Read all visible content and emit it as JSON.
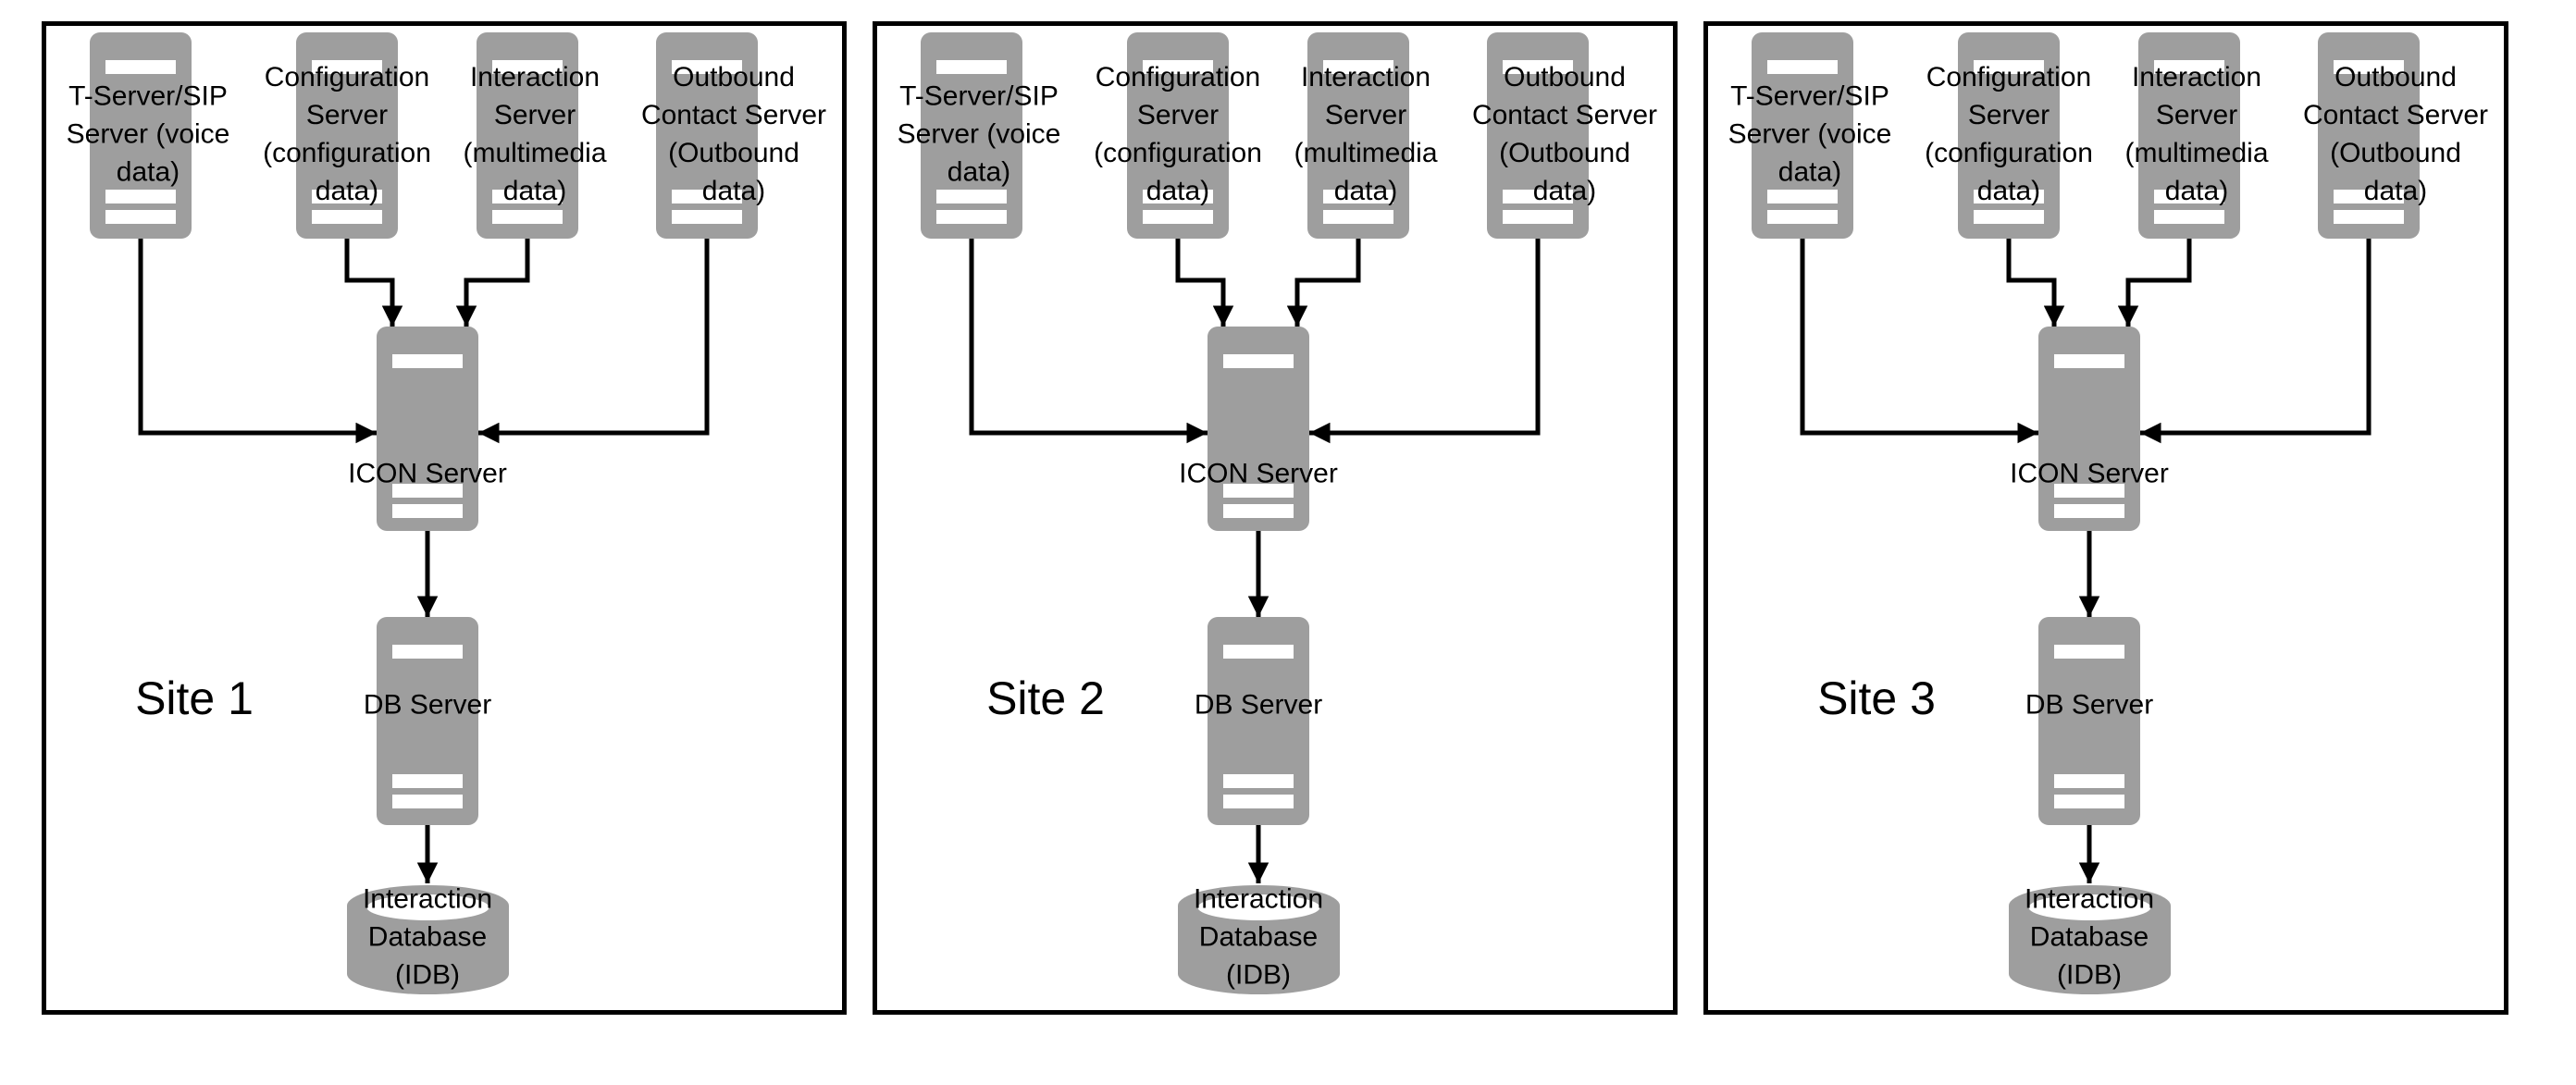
{
  "diagram": {
    "colors": {
      "background": "#ffffff",
      "node_fill": "#9e9e9e",
      "slot_fill": "#ffffff",
      "line": "#000000",
      "text": "#000000"
    },
    "sites": [
      {
        "site_label": "Site 1",
        "servers": [
          {
            "label": "T-Server/SIP\nServer (voice\ndata)"
          },
          {
            "label": "Configuration\nServer\n(configuration\ndata)"
          },
          {
            "label": "Interaction\nServer\n(multimedia\ndata)"
          },
          {
            "label": "Outbound\nContact Server\n(Outbound\ndata)"
          }
        ],
        "icon_server_label": "ICON Server",
        "db_server_label": "DB Server",
        "database_label": "Interaction\nDatabase\n(IDB)"
      },
      {
        "site_label": "Site 2",
        "servers": [
          {
            "label": "T-Server/SIP\nServer (voice\ndata)"
          },
          {
            "label": "Configuration\nServer\n(configuration\ndata)"
          },
          {
            "label": "Interaction\nServer\n(multimedia\ndata)"
          },
          {
            "label": "Outbound\nContact Server\n(Outbound\ndata)"
          }
        ],
        "icon_server_label": "ICON Server",
        "db_server_label": "DB Server",
        "database_label": "Interaction\nDatabase\n(IDB)"
      },
      {
        "site_label": "Site 3",
        "servers": [
          {
            "label": "T-Server/SIP\nServer (voice\ndata)"
          },
          {
            "label": "Configuration\nServer\n(configuration\ndata)"
          },
          {
            "label": "Interaction\nServer\n(multimedia\ndata)"
          },
          {
            "label": "Outbound\nContact Server\n(Outbound\ndata)"
          }
        ],
        "icon_server_label": "ICON Server",
        "db_server_label": "DB Server",
        "database_label": "Interaction\nDatabase\n(IDB)"
      }
    ]
  }
}
